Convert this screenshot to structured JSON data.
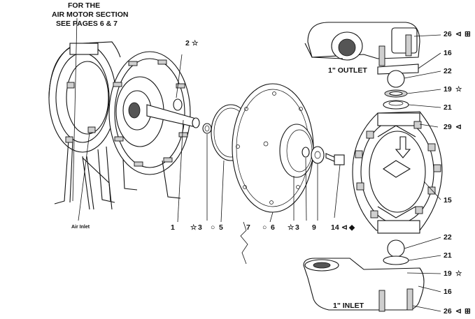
{
  "header": {
    "line1": "FOR THE",
    "line2": "AIR MOTOR SECTION",
    "line3": "SEE PAGES 6 & 7"
  },
  "labels": {
    "outlet": "1\" OUTLET",
    "inlet": "1\" INLET",
    "air_inlet": "Air Inlet"
  },
  "callouts": {
    "c2": "2",
    "c1": "1",
    "c3a": "3",
    "c5": "5",
    "c7": "7",
    "c6": "6",
    "c3b": "3",
    "c9": "9",
    "c14": "14",
    "c26a": "26",
    "c16a": "16",
    "c22a": "22",
    "c19a": "19",
    "c21a": "21",
    "c29": "29",
    "c15": "15",
    "c22b": "22",
    "c21b": "21",
    "c19b": "19",
    "c16b": "16",
    "c26b": "26"
  },
  "symbols": {
    "star": "☆",
    "circle": "○",
    "torque": "⊲",
    "grease": "⊞",
    "diamond": "◆"
  }
}
